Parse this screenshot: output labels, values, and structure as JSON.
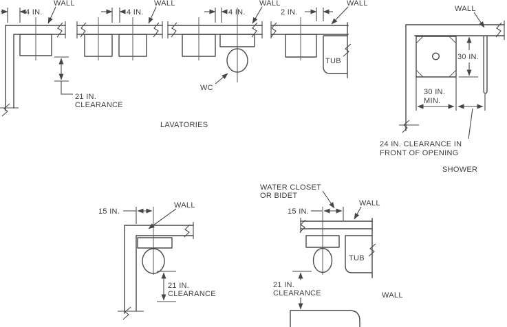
{
  "document": {
    "type": "plumbing-fixture-minimum-clearance-figure",
    "background_color": "#ffffff",
    "ink_color": "#3c3c3c"
  },
  "labels": {
    "wall": "WALL",
    "wc": "WC",
    "tub": "TUB",
    "water_closet_note_line1": "WATER CLOSET",
    "water_closet_note_line2": "OR BIDET"
  },
  "captions": {
    "lavatories": "LAVATORIES",
    "shower": "SHOWER"
  },
  "dimensions": {
    "four_in": "4 IN.",
    "two_in": "2 IN.",
    "fifteen_in": "15 IN.",
    "twenty_one_in": "21 IN.",
    "clearance": "CLEARANCE",
    "thirty_in": "30 IN.",
    "thirty_in_min_line1": "30 IN.",
    "thirty_in_min_line2": "MIN.",
    "twenty_four_note_line1": "24 IN. CLEARANCE IN",
    "twenty_four_note_line2": "FRONT OF OPENING"
  }
}
